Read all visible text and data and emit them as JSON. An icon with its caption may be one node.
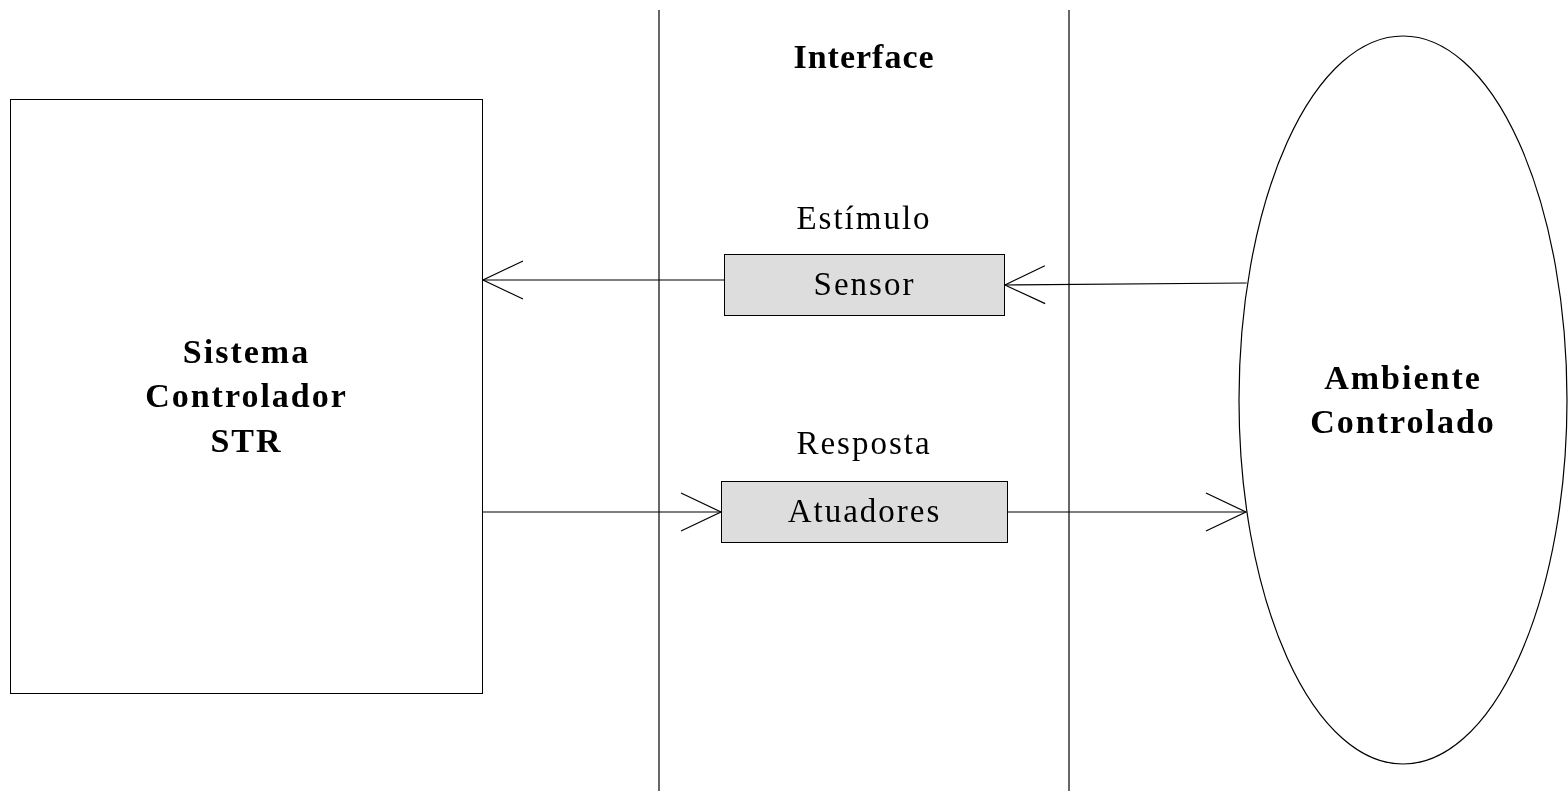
{
  "diagram": {
    "nodes": [
      {
        "text": [
          "Sistema Controlador STR"
        ]
      },
      {
        "text": [
          "Sensor"
        ],
        "beside": [
          "Estímulo"
        ]
      },
      {
        "text": [
          "Atuadores"
        ],
        "beside": [
          "Resposta"
        ]
      },
      {
        "text": [
          "Ambiente Controlado"
        ]
      }
    ],
    "edges": [
      {
        "from": 1,
        "to": 0,
        "arrow": "to"
      },
      {
        "from": 3,
        "to": 1,
        "arrow": "to"
      },
      {
        "from": 0,
        "to": 2,
        "arrow": "to"
      },
      {
        "from": 2,
        "to": 3,
        "arrow": "to"
      }
    ],
    "labels": [
      "Interface"
    ]
  }
}
